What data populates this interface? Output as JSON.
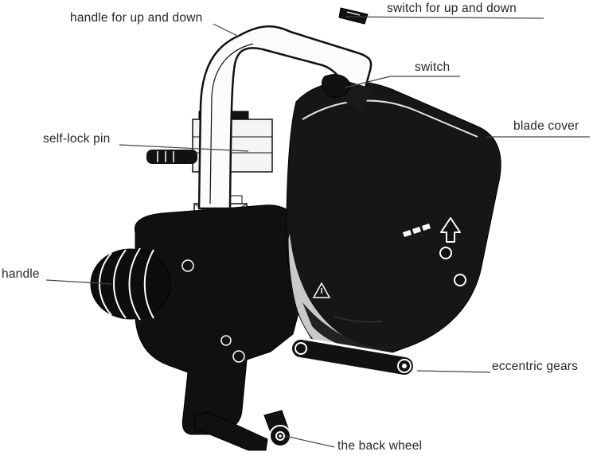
{
  "diagram": {
    "type": "labeled-illustration",
    "labels": {
      "handle_up_down": "handle for up and down",
      "switch_up_down": "switch for up and down",
      "switch": "switch",
      "self_lock_pin": "self-lock pin",
      "blade_cover": "blade cover",
      "handle": "handle",
      "eccentric_gears": "eccentric gears",
      "back_wheel": "the back wheel"
    },
    "colors": {
      "ink": "#111111",
      "label_text": "#262626",
      "leader_line": "#444444",
      "background": "#ffffff",
      "light_band": "#c9c9c9"
    }
  }
}
